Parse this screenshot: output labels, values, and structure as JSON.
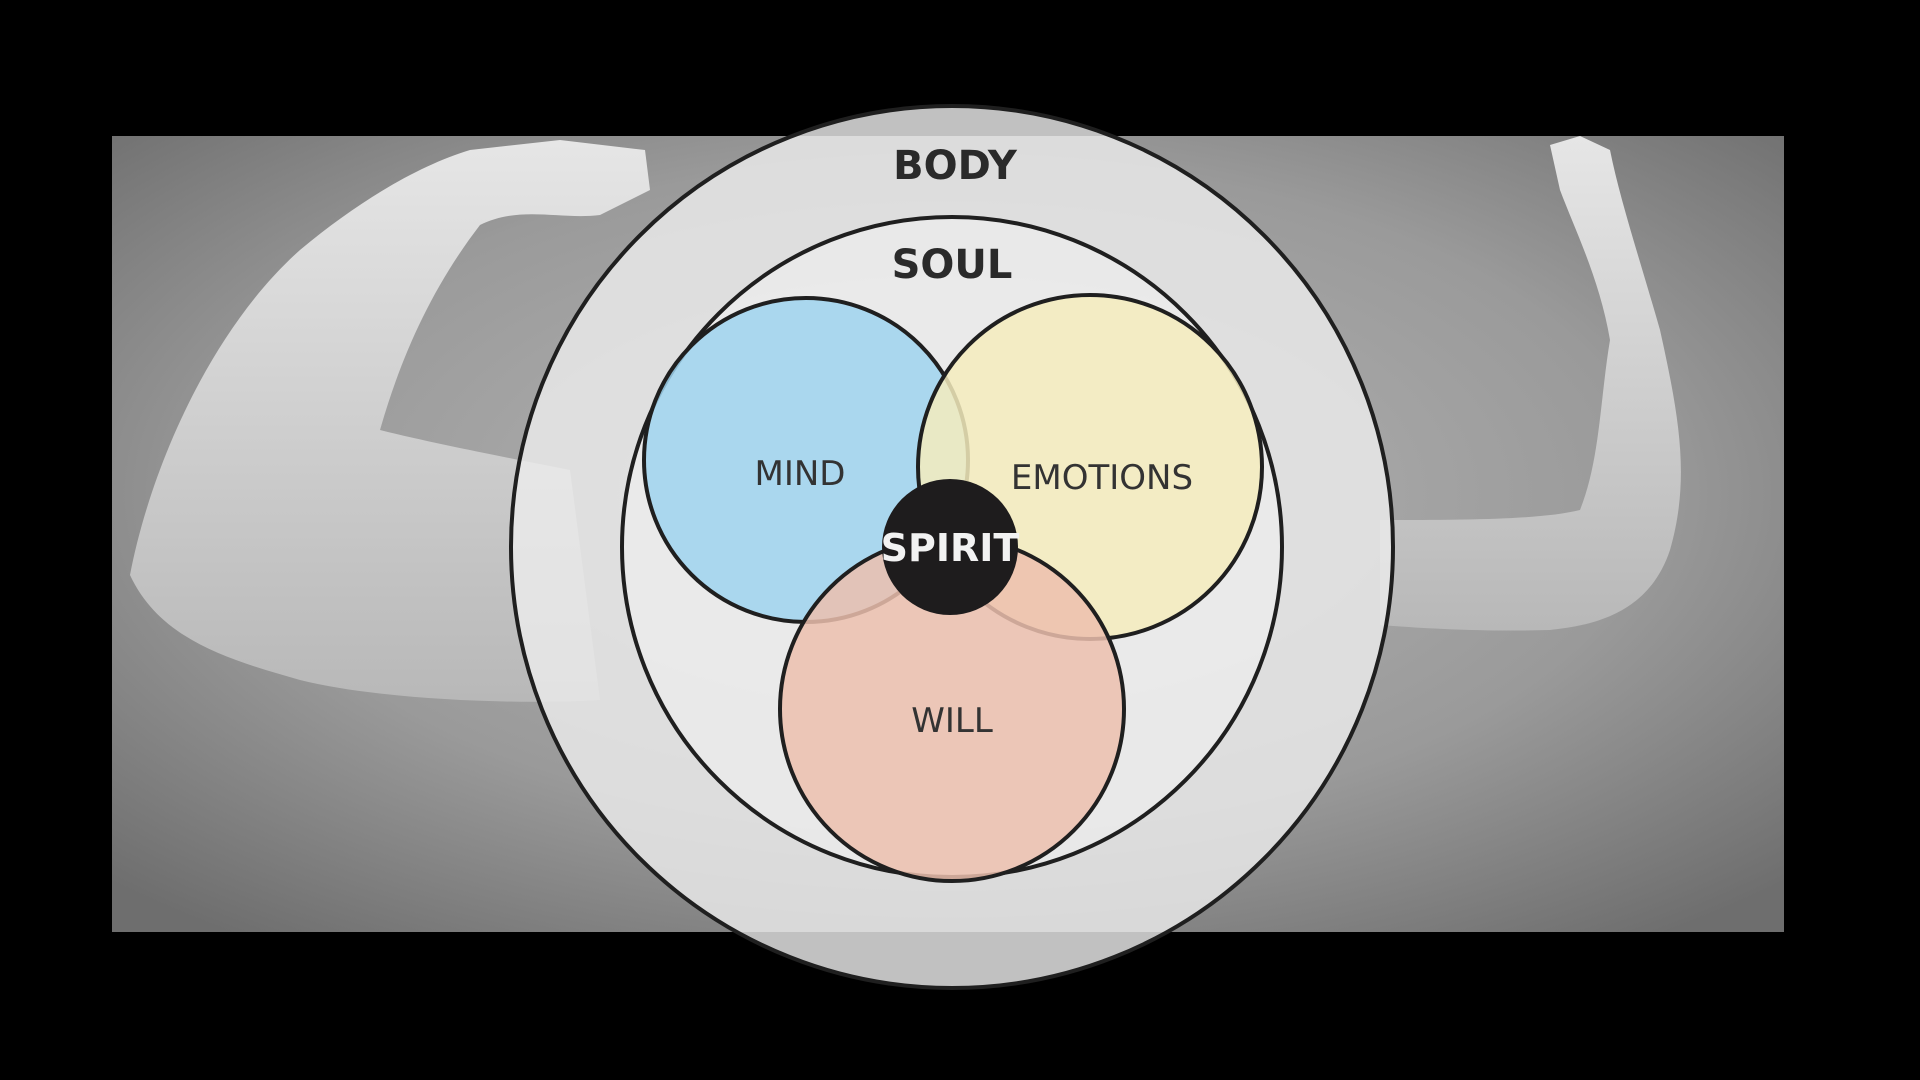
{
  "diagram": {
    "outer_label": "BODY",
    "inner_label": "SOUL",
    "circles": [
      {
        "label": "MIND",
        "color": "#9fd3ee"
      },
      {
        "label": "EMOTIONS",
        "color": "#f4ecbd"
      },
      {
        "label": "WILL",
        "color": "#ecbfae"
      }
    ],
    "center_label": "SPIRIT",
    "center_color": "#1e1c1d"
  },
  "background": {
    "photo": "grayscale photo of a man flexing both arms",
    "frame_color": "#000000"
  }
}
